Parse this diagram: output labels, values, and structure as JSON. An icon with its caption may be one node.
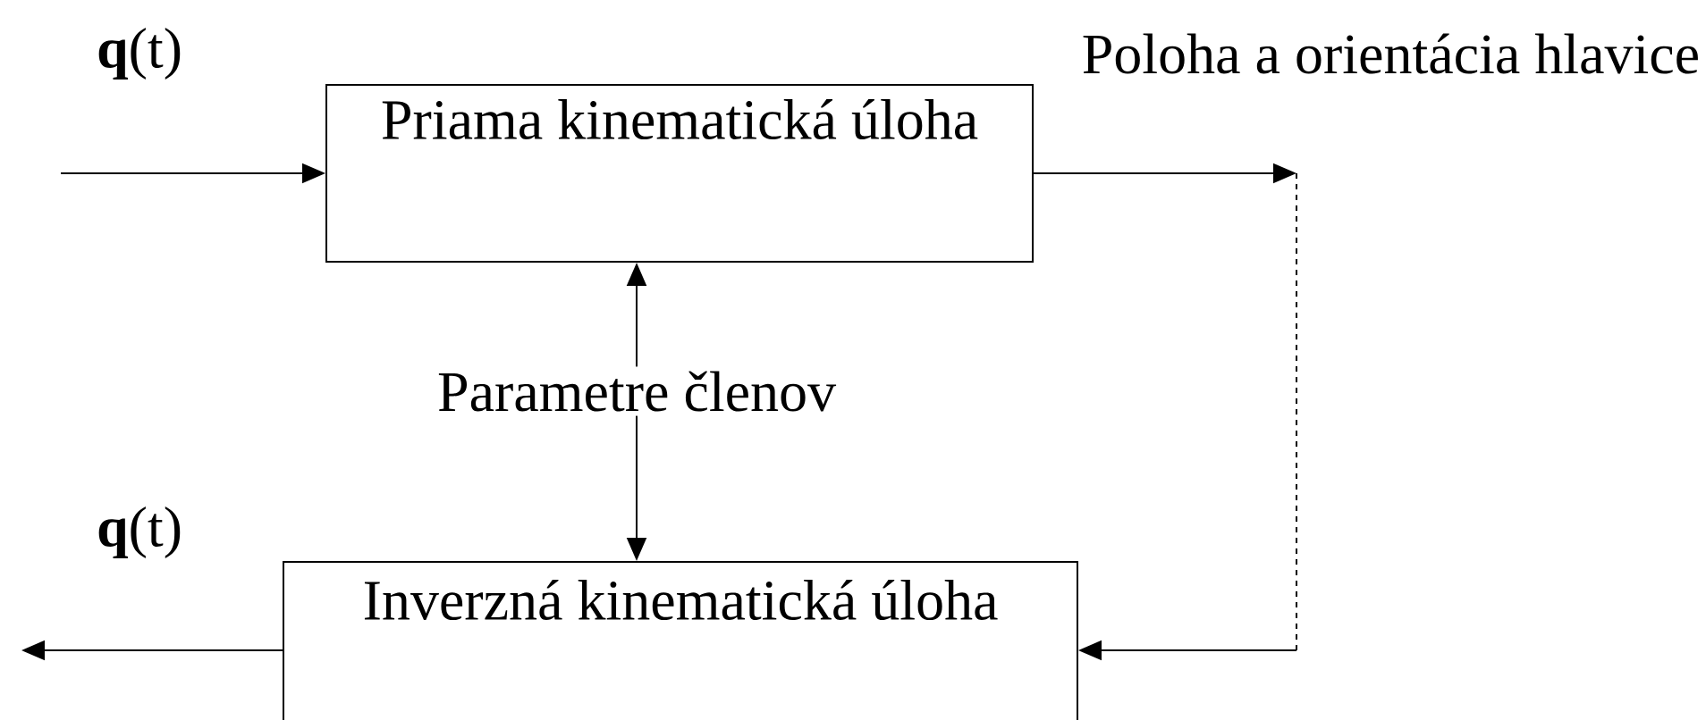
{
  "diagram": {
    "nodes": [
      {
        "text": [
          "Priama kinematická úloha"
        ]
      },
      {
        "text": [
          "Inverzná kinematická úloha"
        ]
      },
      {
        "text": [
          "Parametre členov"
        ]
      }
    ],
    "edges": [
      {
        "from": null,
        "to": 0,
        "arrow": "to",
        "label": "**q**(t)"
      },
      {
        "from": 0,
        "to": null,
        "arrow": "to",
        "label": "Poloha a orientácia hlavice"
      },
      {
        "from": 2,
        "to": 0,
        "arrow": "to"
      },
      {
        "from": 2,
        "to": 1,
        "arrow": "to"
      },
      {
        "from": 1,
        "to": null,
        "arrow": "to",
        "label": "**q**(t)"
      },
      {
        "from": null,
        "to": 1,
        "arrow": "to"
      }
    ]
  }
}
